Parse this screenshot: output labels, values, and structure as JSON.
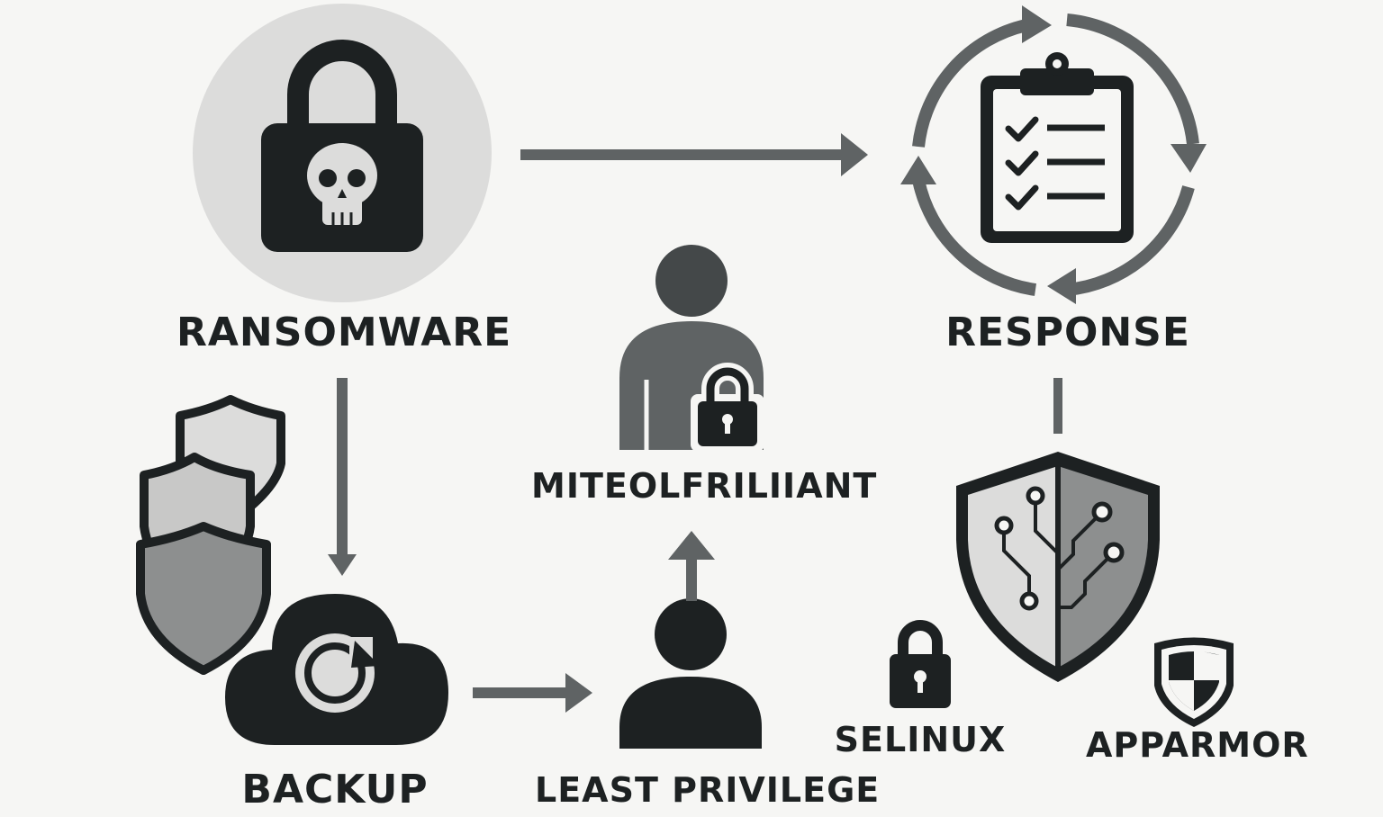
{
  "nodes": {
    "ransomware": {
      "label": "RANSOMWARE",
      "icon": "padlock-skull-icon"
    },
    "response": {
      "label": "RESPONSE",
      "icon": "checklist-cycle-icon"
    },
    "backup": {
      "label": "BACKUP",
      "icon": "cloud-sync-icon"
    },
    "least_privilege": {
      "label": "LEAST PRIVILEGE",
      "icon": "user-icon"
    },
    "miteolfriliiant": {
      "label": "MITEOLFRILIIANT",
      "icon": "user-lock-icon"
    },
    "selinux": {
      "label": "SELINUX",
      "icon": "padlock-icon"
    },
    "apparmor": {
      "label": "APPARMOR",
      "icon": "shield-quadrant-icon"
    }
  },
  "decor": {
    "stacked_shields": "stacked-shields-icon",
    "circuit_shield": "circuit-shield-icon"
  },
  "colors": {
    "background": "#f6f6f4",
    "dark": "#1d2122",
    "arrow": "#5f6364",
    "light_gray": "#dcdcdb",
    "mid_gray": "#8d8f8f"
  }
}
